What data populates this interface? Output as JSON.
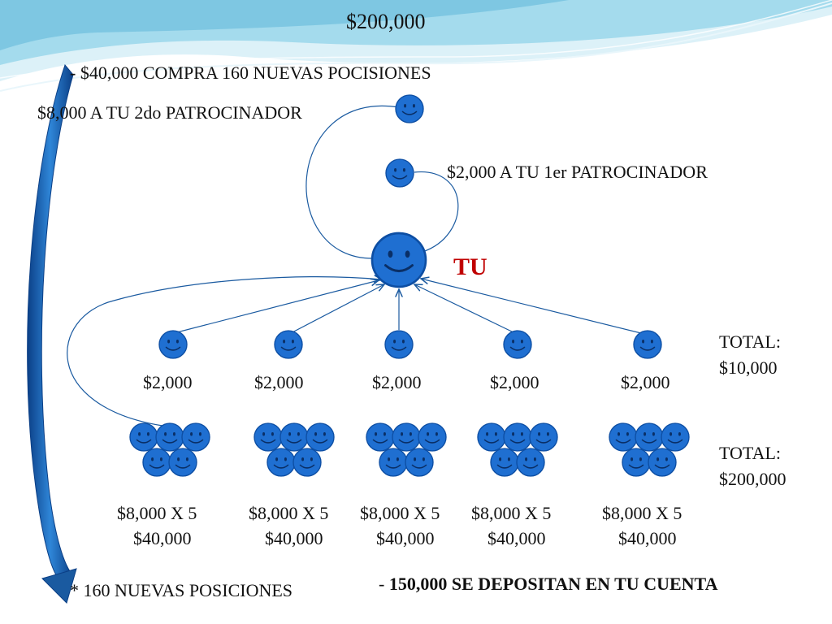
{
  "slide": {
    "title": "$200,000",
    "line_buy": "- $40,000 COMPRA 160 NUEVAS POCISIONES",
    "second_sponsor": "$8,000 A TU 2do PATROCINADOR",
    "first_sponsor": "$2,000 A TU 1er PATROCINADOR",
    "you": "TU",
    "total_level1_label": "TOTAL:",
    "total_level1_value": "$10,000",
    "total_level2_label": "TOTAL:",
    "total_level2_value": "$200,000",
    "new_positions": "* 160 NUEVAS POSICIONES",
    "deposit_dash": "- ",
    "deposit": "150,000 SE DEPOSITAN EN TU CUENTA"
  },
  "level1_amounts": [
    "$2,000",
    "$2,000",
    "$2,000",
    "$2,000",
    "$2,000"
  ],
  "level2_groups": [
    {
      "calc": "$8,000 X 5",
      "amount": "$40,000"
    },
    {
      "calc": "$8,000 X 5",
      "amount": "$40,000"
    },
    {
      "calc": "$8,000 X 5",
      "amount": "$40,000"
    },
    {
      "calc": "$8,000 X 5",
      "amount": "$40,000"
    },
    {
      "calc": "$8,000 X 5",
      "amount": "$40,000"
    }
  ],
  "colors": {
    "smiley_fill": "#1f6fd1",
    "smiley_stroke": "#0d4ea3",
    "arrow": "#1a5aa0",
    "tu": "#c00000",
    "wave_light": "#bfe6f2",
    "wave_mid": "#7fcde6"
  }
}
